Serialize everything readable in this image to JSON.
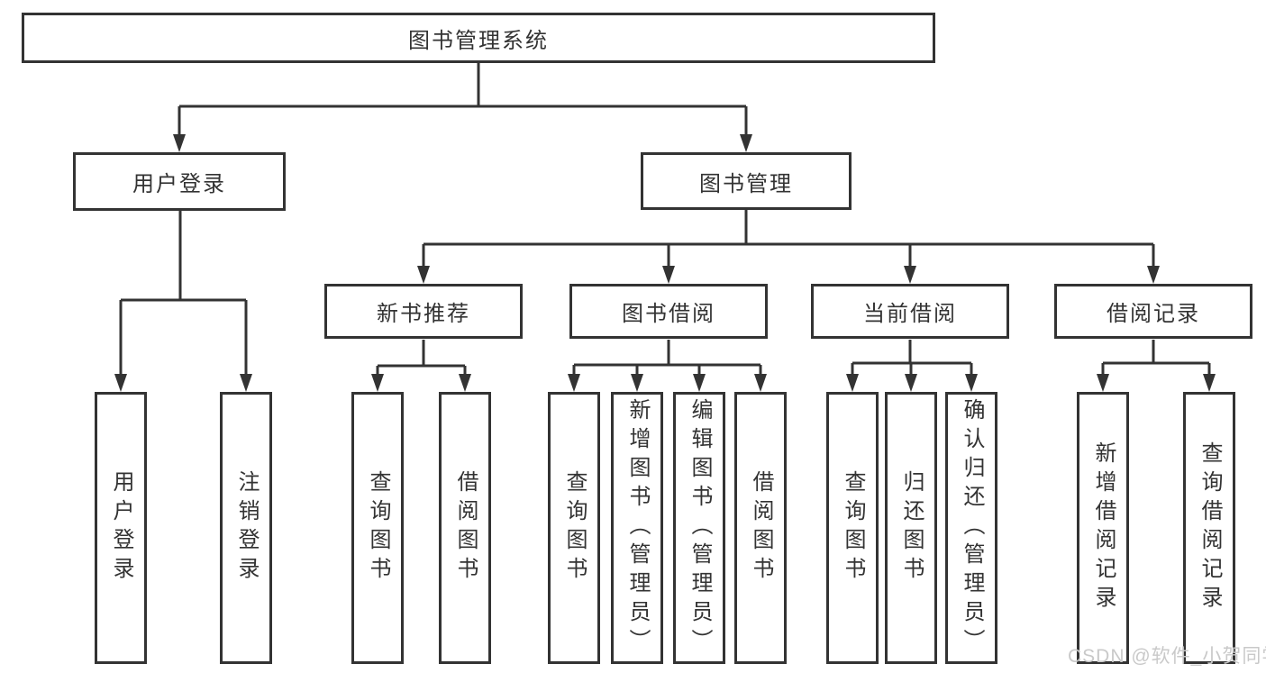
{
  "diagram": {
    "root": {
      "label": "图书管理系统"
    },
    "level2": {
      "user_login": {
        "label": "用户登录"
      },
      "book_management": {
        "label": "图书管理"
      }
    },
    "level3": {
      "new_book_recommendation": {
        "label": "新书推荐"
      },
      "book_borrowing": {
        "label": "图书借阅"
      },
      "current_borrowing": {
        "label": "当前借阅"
      },
      "borrowing_records": {
        "label": "借阅记录"
      }
    },
    "leaves": {
      "user_login": {
        "label": "用户登录"
      },
      "logout": {
        "label": "注销登录"
      },
      "recommend_query_books": {
        "label": "查询图书"
      },
      "recommend_borrow_books": {
        "label": "借阅图书"
      },
      "borrow_query_books": {
        "label": "查询图书"
      },
      "borrow_add_books": {
        "label": "新增图书（管理员）"
      },
      "borrow_edit_books": {
        "label": "编辑图书（管理员）"
      },
      "borrow_borrow_books": {
        "label": "借阅图书"
      },
      "current_query_books": {
        "label": "查询图书"
      },
      "current_return_books": {
        "label": "归还图书"
      },
      "current_confirm_return": {
        "label": "确认归还（管理员）"
      },
      "records_add_record": {
        "label": "新增借阅记录"
      },
      "records_query_record": {
        "label": "查询借阅记录"
      }
    }
  },
  "watermark": {
    "text": "CSDN @软件_小贺同学"
  },
  "colors": {
    "line": "#333333",
    "text": "#333333",
    "background": "#ffffff",
    "watermark": "#c9c9c9"
  }
}
